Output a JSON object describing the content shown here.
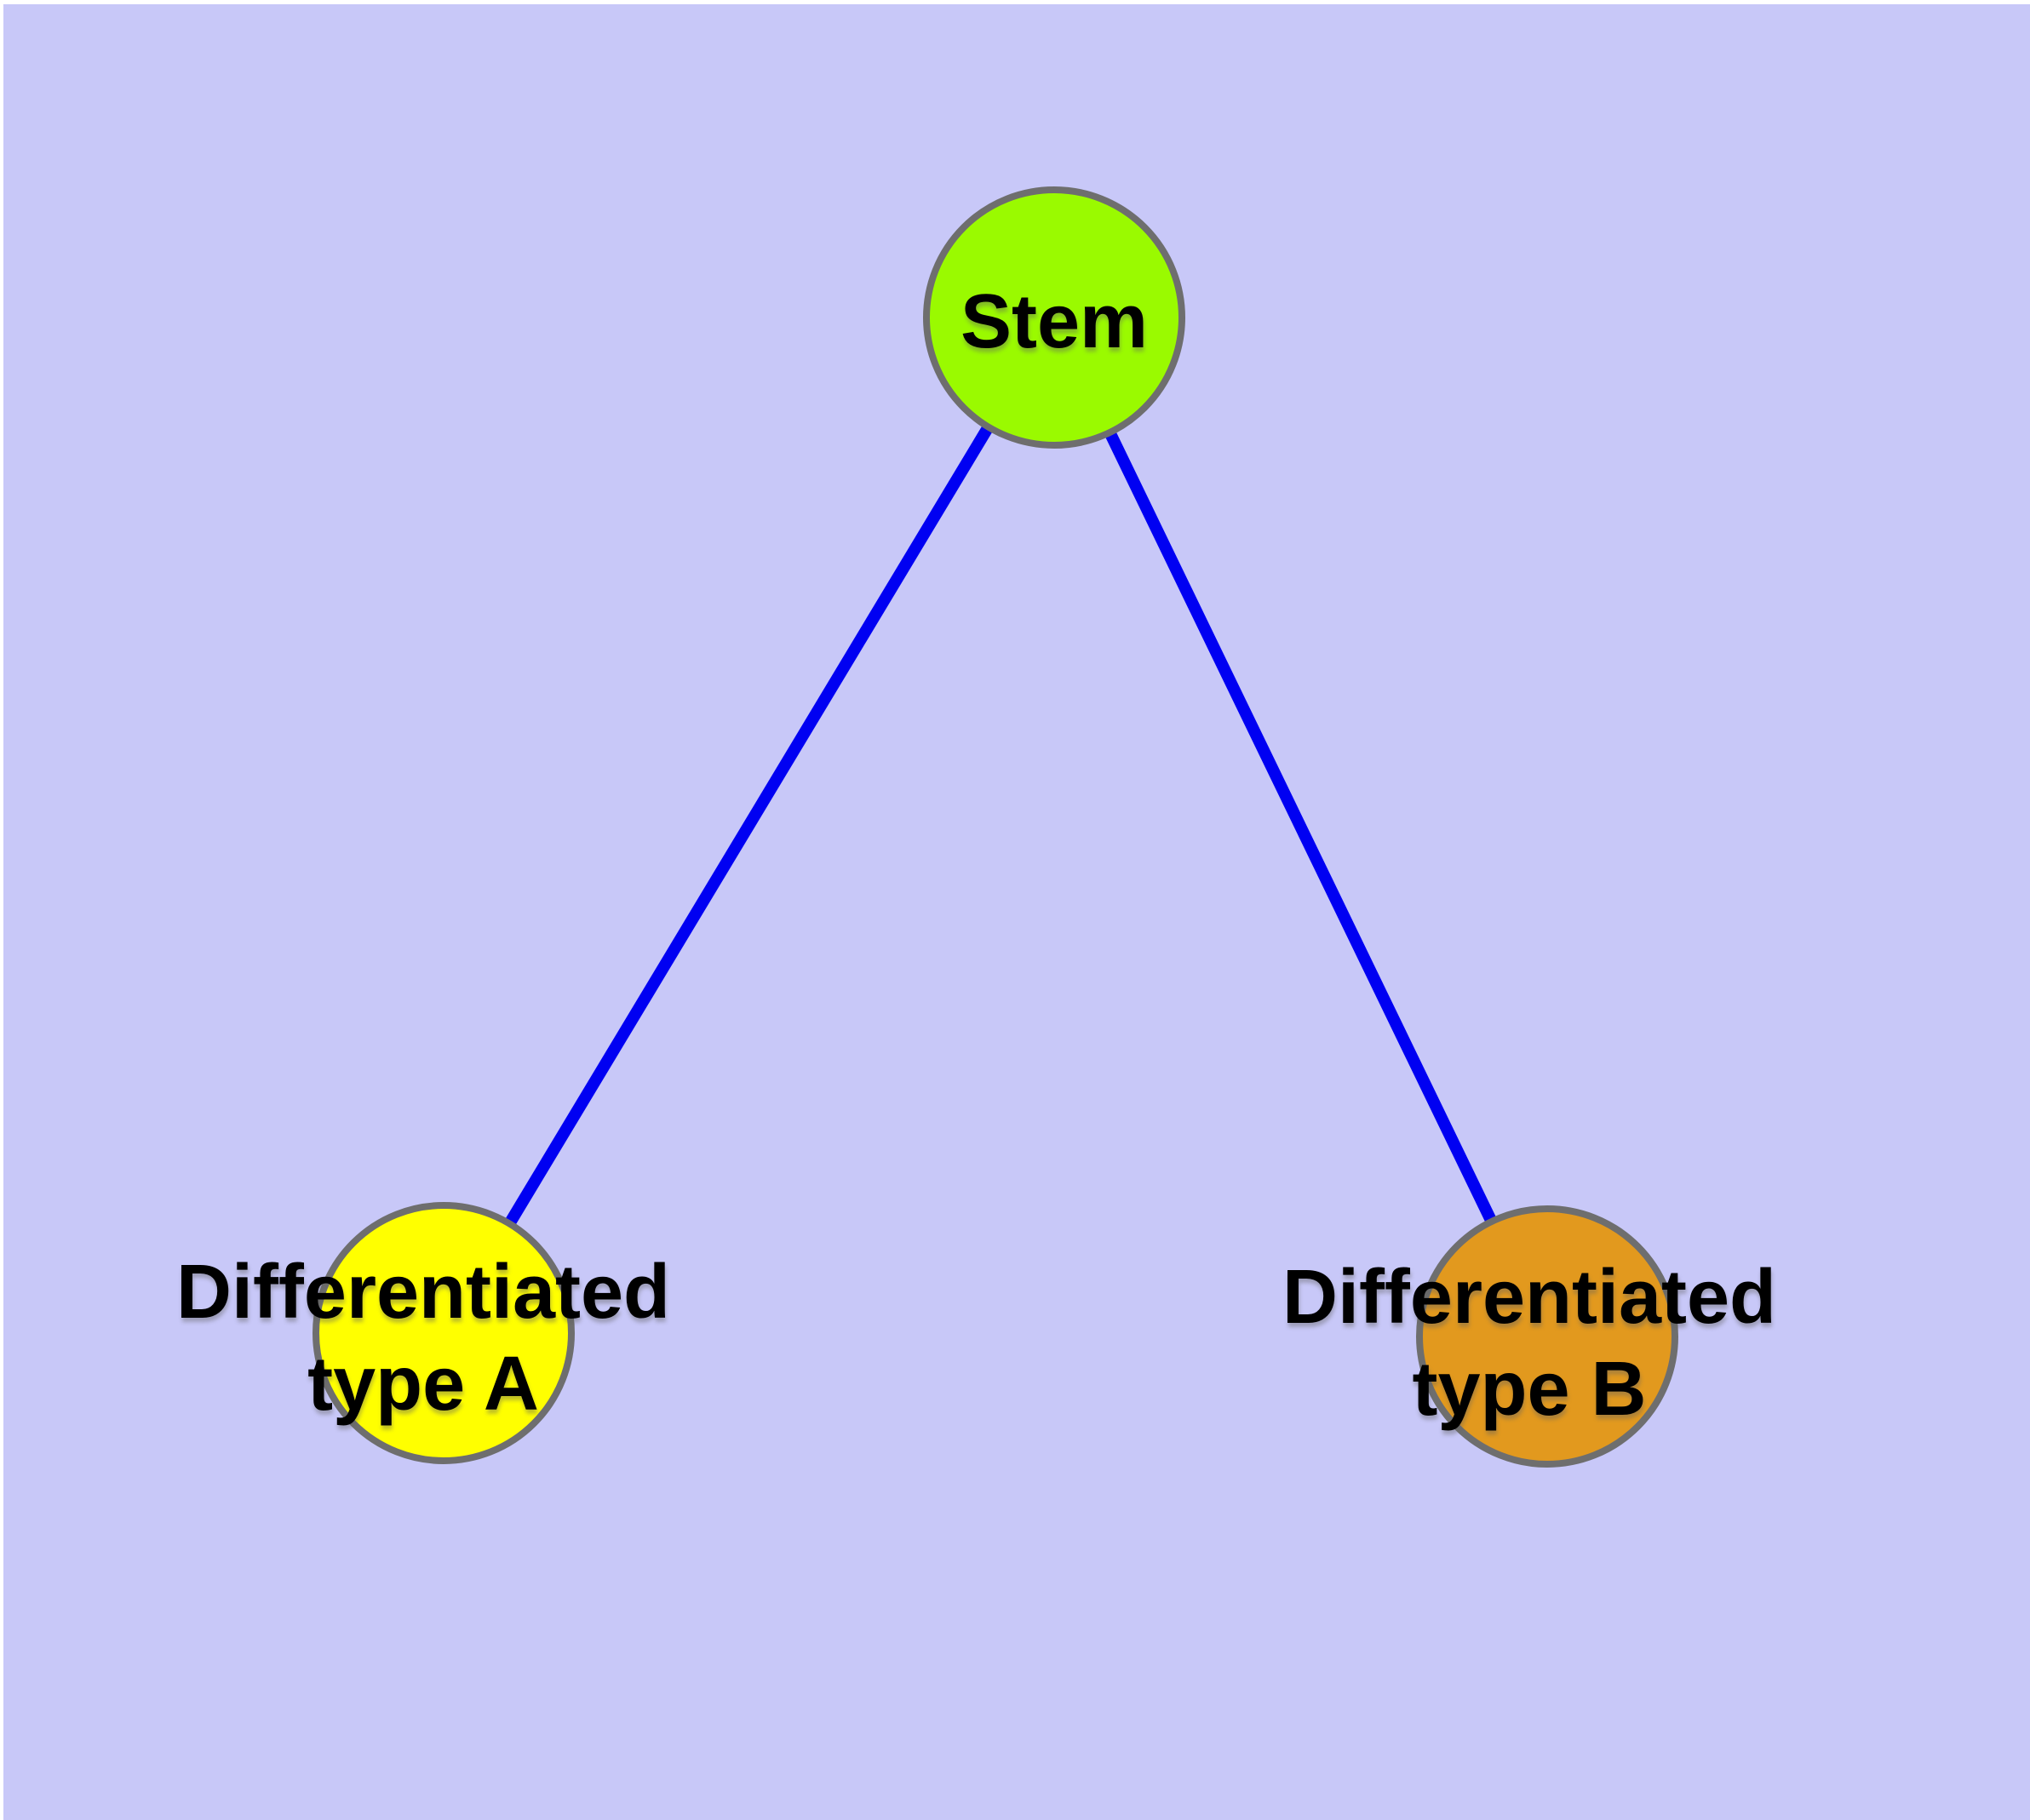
{
  "diagram": {
    "canvas": {
      "page_color": "#ffffff",
      "background_color": "#c8c8f8"
    },
    "edge_color": "#0000f2",
    "node_border_color": "#6e6e6e",
    "label_color": "#000000",
    "nodes": [
      {
        "id": "stem",
        "label": "Stem",
        "label_lines": [
          "Stem"
        ],
        "color": "#9afa00"
      },
      {
        "id": "differentiated-type-a",
        "label": "Differentiated type A",
        "label_lines": [
          "Differentiated",
          "type A"
        ],
        "color": "#ffff00"
      },
      {
        "id": "differentiated-type-b",
        "label": "Differentiated type B",
        "label_lines": [
          "Differentiated",
          "type B"
        ],
        "color": "#e2991e"
      }
    ],
    "edges": [
      {
        "from": "stem",
        "to": "differentiated-type-a"
      },
      {
        "from": "stem",
        "to": "differentiated-type-b"
      }
    ]
  }
}
